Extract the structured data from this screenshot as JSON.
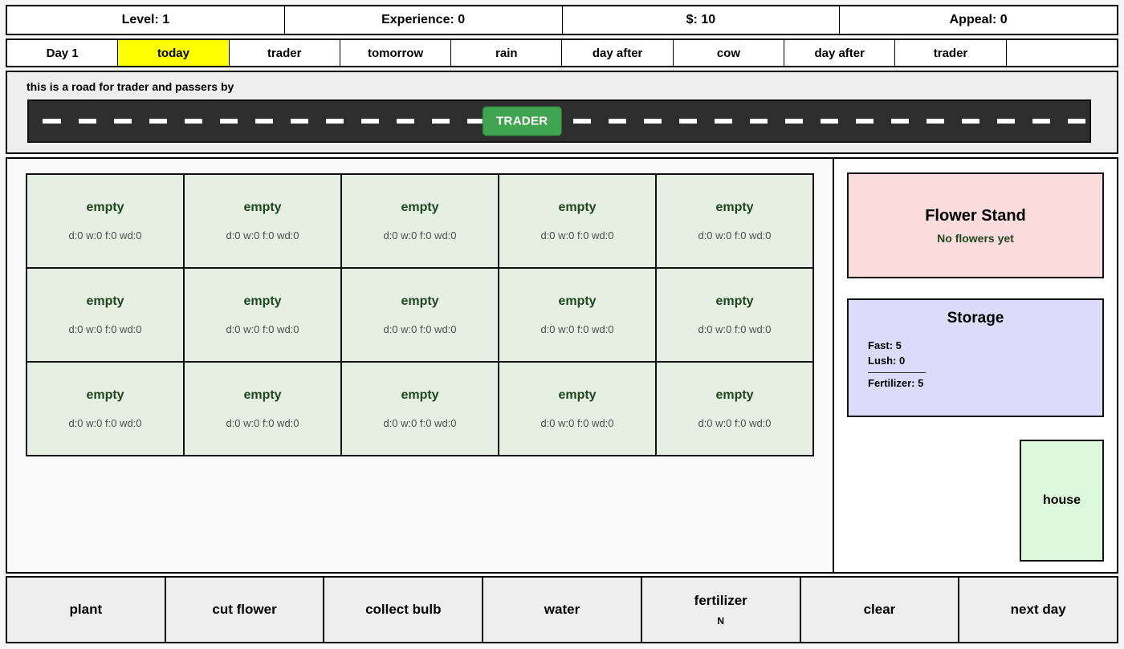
{
  "stats": [
    {
      "label": "Level: 1"
    },
    {
      "label": "Experience: 0"
    },
    {
      "label": "$: 10"
    },
    {
      "label": "Appeal: 0"
    }
  ],
  "forecast": [
    {
      "label": "Day 1",
      "highlight": false
    },
    {
      "label": "today",
      "highlight": true
    },
    {
      "label": "trader",
      "highlight": false
    },
    {
      "label": "tomorrow",
      "highlight": false
    },
    {
      "label": "rain",
      "highlight": false
    },
    {
      "label": "day after",
      "highlight": false
    },
    {
      "label": "cow",
      "highlight": false
    },
    {
      "label": "day after",
      "highlight": false
    },
    {
      "label": "trader",
      "highlight": false
    },
    {
      "label": "",
      "highlight": false
    }
  ],
  "road": {
    "caption": "this is a road for trader and passers by",
    "marker_label": "TRADER",
    "marker_color": "#41a450",
    "surface_color": "#2e2e2e"
  },
  "garden": {
    "plots": [
      {
        "state": "empty",
        "stats": "d:0 w:0 f:0 wd:0"
      },
      {
        "state": "empty",
        "stats": "d:0 w:0 f:0 wd:0"
      },
      {
        "state": "empty",
        "stats": "d:0 w:0 f:0 wd:0"
      },
      {
        "state": "empty",
        "stats": "d:0 w:0 f:0 wd:0"
      },
      {
        "state": "empty",
        "stats": "d:0 w:0 f:0 wd:0"
      },
      {
        "state": "empty",
        "stats": "d:0 w:0 f:0 wd:0"
      },
      {
        "state": "empty",
        "stats": "d:0 w:0 f:0 wd:0"
      },
      {
        "state": "empty",
        "stats": "d:0 w:0 f:0 wd:0"
      },
      {
        "state": "empty",
        "stats": "d:0 w:0 f:0 wd:0"
      },
      {
        "state": "empty",
        "stats": "d:0 w:0 f:0 wd:0"
      },
      {
        "state": "empty",
        "stats": "d:0 w:0 f:0 wd:0"
      },
      {
        "state": "empty",
        "stats": "d:0 w:0 f:0 wd:0"
      },
      {
        "state": "empty",
        "stats": "d:0 w:0 f:0 wd:0"
      },
      {
        "state": "empty",
        "stats": "d:0 w:0 f:0 wd:0"
      },
      {
        "state": "empty",
        "stats": "d:0 w:0 f:0 wd:0"
      }
    ]
  },
  "sidebar": {
    "flower_stand": {
      "title": "Flower Stand",
      "empty_text": "No flowers yet",
      "color": "#fbdcdc"
    },
    "storage": {
      "title": "Storage",
      "items": [
        {
          "label": "Fast: 5"
        },
        {
          "label": "Lush: 0"
        },
        {
          "label": "Fertilizer: 5"
        }
      ],
      "color": "#dcdcfa"
    },
    "house": {
      "label": "house",
      "color": "#ddf9dd"
    }
  },
  "actions": [
    {
      "label": "plant",
      "sub": ""
    },
    {
      "label": "cut flower",
      "sub": ""
    },
    {
      "label": "collect bulb",
      "sub": ""
    },
    {
      "label": "water",
      "sub": ""
    },
    {
      "label": "fertilizer",
      "sub": "N"
    },
    {
      "label": "clear",
      "sub": ""
    },
    {
      "label": "next day",
      "sub": ""
    }
  ]
}
